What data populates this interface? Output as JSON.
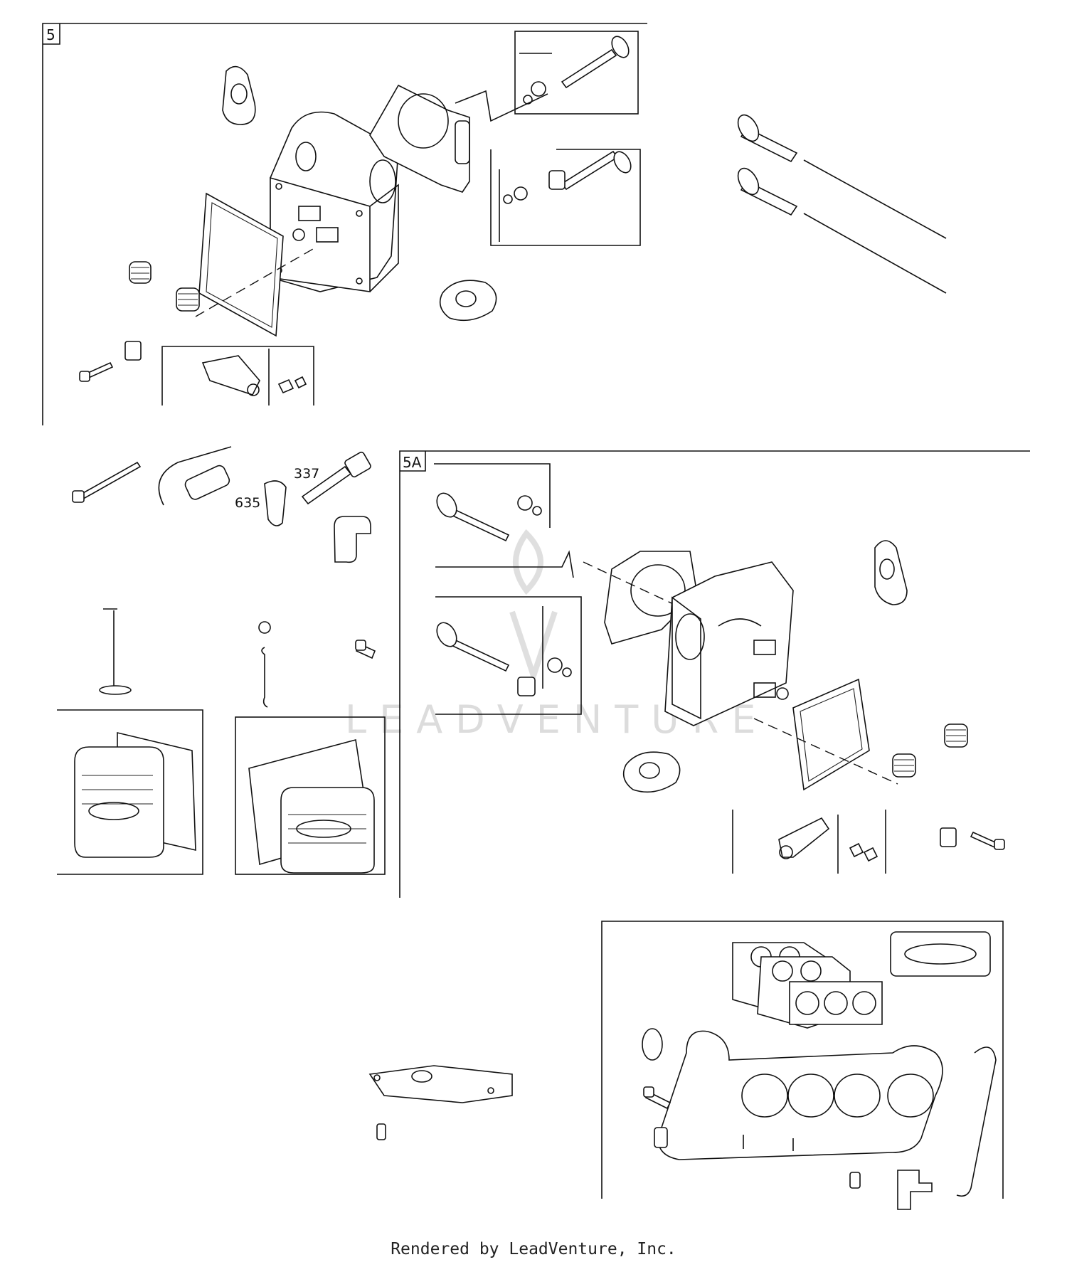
{
  "sections": {
    "section_5": {
      "label": "5"
    },
    "section_5a": {
      "label": "5A"
    }
  },
  "callouts": {
    "spark_plug": "337",
    "spark_plug_boot": "635"
  },
  "watermark": {
    "text": "LEADVENTURE"
  },
  "footer": {
    "text": "Rendered by LeadVenture, Inc."
  },
  "colors": {
    "line": "#111111",
    "background": "#ffffff",
    "watermark": "#d9d9d9"
  }
}
